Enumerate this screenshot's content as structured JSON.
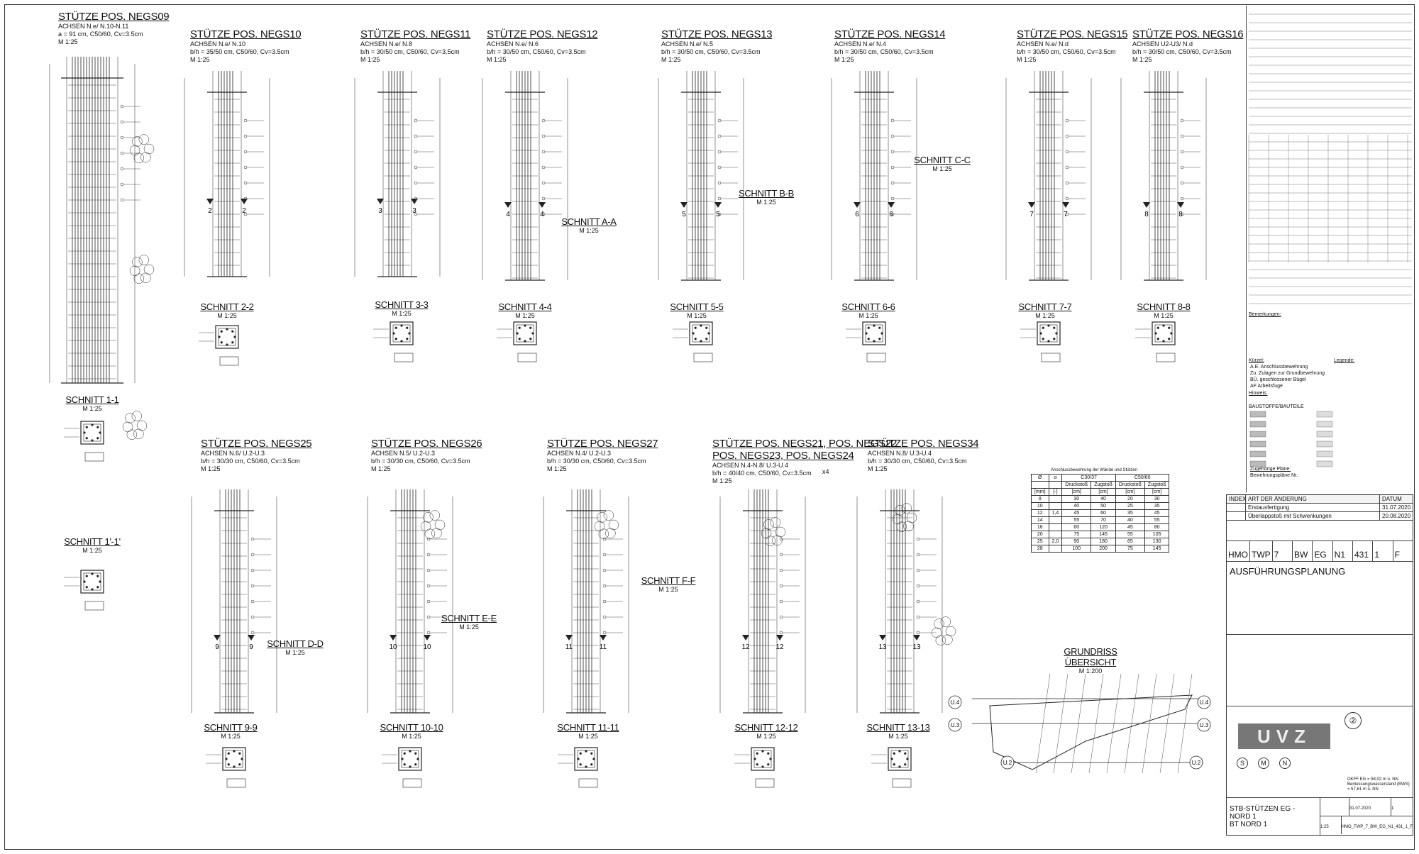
{
  "columns_top": [
    {
      "title": "STÜTZE POS. NEGS09",
      "axes": "ACHSEN N.e/ N.10-N.11",
      "dim": "a = 91 cm, C50/60, Cv=3.5cm",
      "scale": "M 1:25"
    },
    {
      "title": "STÜTZE POS. NEGS10",
      "axes": "ACHSEN N.e/ N.10",
      "dim": "b/h = 35/50 cm, C50/60, Cv=3.5cm",
      "scale": "M 1:25"
    },
    {
      "title": "STÜTZE POS. NEGS11",
      "axes": "ACHSEN N.e/ N.8",
      "dim": "b/h = 30/50 cm, C50/60, Cv=3.5cm",
      "scale": "M 1:25"
    },
    {
      "title": "STÜTZE POS. NEGS12",
      "axes": "ACHSEN N.e/ N.6",
      "dim": "b/h = 30/50 cm, C50/60, Cv=3.5cm",
      "scale": "M 1:25"
    },
    {
      "title": "STÜTZE POS. NEGS13",
      "axes": "ACHSEN N.e/ N.5",
      "dim": "b/h = 30/50 cm, C50/60, Cv=3.5cm",
      "scale": "M 1:25"
    },
    {
      "title": "STÜTZE POS. NEGS14",
      "axes": "ACHSEN N.e/ N.4",
      "dim": "b/h = 30/50 cm, C50/60, Cv=3.5cm",
      "scale": "M 1:25"
    },
    {
      "title": "STÜTZE POS. NEGS15",
      "axes": "ACHSEN N.e/ N.d",
      "dim": "b/h = 30/50 cm, C50/60, Cv=3.5cm",
      "scale": "M 1:25"
    },
    {
      "title": "STÜTZE POS. NEGS16",
      "axes": "ACHSEN U2-U3/ N.d",
      "dim": "b/h = 30/50 cm, C50/60, Cv=3.5cm",
      "scale": "M 1:25"
    }
  ],
  "columns_bottom": [
    {
      "title": "STÜTZE POS. NEGS25",
      "axes": "ACHSEN N.6/ U.2-U.3",
      "dim": "b/h = 30/30 cm, C50/60, Cv=3.5cm",
      "scale": "M 1:25"
    },
    {
      "title": "STÜTZE POS. NEGS26",
      "axes": "ACHSEN N.5/ U.2-U.3",
      "dim": "b/h = 30/30 cm, C50/60, Cv=3.5cm",
      "scale": "M 1:25"
    },
    {
      "title": "STÜTZE POS. NEGS27",
      "axes": "ACHSEN N.4/ U.2-U.3",
      "dim": "b/h = 30/30 cm, C50/60, Cv=3.5cm",
      "scale": "M 1:25"
    },
    {
      "title": "STÜTZE POS. NEGS21, POS. NEGS22",
      "title2": "POS. NEGS23, POS. NEGS24",
      "axes": "ACHSEN N.4-N.8/ U.3-U.4",
      "dim": "b/h = 40/40 cm, C50/60, Cv=3.5cm",
      "scale": "M 1:25",
      "mult": "x4"
    },
    {
      "title": "STÜTZE POS. NEGS34",
      "axes": "ACHSEN N.8/ U.3-U.4",
      "dim": "b/h = 30/30 cm, C50/60, Cv=3.5cm",
      "scale": "M 1:25"
    }
  ],
  "sections": [
    {
      "title": "SCHNITT 1-1",
      "scale": "M 1:25"
    },
    {
      "title": "SCHNITT 1'-1'",
      "scale": "M 1:25"
    },
    {
      "title": "SCHNITT 2-2",
      "scale": "M 1:25"
    },
    {
      "title": "SCHNITT 3-3",
      "scale": "M 1:25"
    },
    {
      "title": "SCHNITT 4-4",
      "scale": "M 1:25"
    },
    {
      "title": "SCHNITT A-A",
      "scale": "M 1:25"
    },
    {
      "title": "SCHNITT 5-5",
      "scale": "M 1:25"
    },
    {
      "title": "SCHNITT B-B",
      "scale": "M 1:25"
    },
    {
      "title": "SCHNITT 6-6",
      "scale": "M 1:25"
    },
    {
      "title": "SCHNITT C-C",
      "scale": "M 1:25"
    },
    {
      "title": "SCHNITT 7-7",
      "scale": "M 1:25"
    },
    {
      "title": "SCHNITT 8-8",
      "scale": "M 1:25"
    },
    {
      "title": "SCHNITT 9-9",
      "scale": "M 1:25"
    },
    {
      "title": "SCHNITT D-D",
      "scale": "M 1:25"
    },
    {
      "title": "SCHNITT 10-10",
      "scale": "M 1:25"
    },
    {
      "title": "SCHNITT E-E",
      "scale": "M 1:25"
    },
    {
      "title": "SCHNITT 11-11",
      "scale": "M 1:25"
    },
    {
      "title": "SCHNITT F-F",
      "scale": "M 1:25"
    },
    {
      "title": "SCHNITT 12-12",
      "scale": "M 1:25"
    },
    {
      "title": "SCHNITT 13-13",
      "scale": "M 1:25"
    }
  ],
  "overview": {
    "title": "GRUNDRISS ÜBERSICHT",
    "scale": "M 1:200",
    "axes": [
      "U.4",
      "U.3",
      "U.2",
      "U.4",
      "U.3",
      "U.2"
    ]
  },
  "anchorage": {
    "title": "Anschlussbewehrung der Wände und Stützen",
    "concrete": [
      "C30/37",
      "C50/60"
    ],
    "subhead": [
      "Druckstoß",
      "Zugstoß",
      "Druckstoß",
      "Zugstoß"
    ],
    "units": [
      "[mm]",
      "[-]",
      "[cm]",
      "[cm]",
      "[cm]",
      "[cm]"
    ],
    "rows": [
      [
        "8",
        "",
        "30",
        "40",
        "20",
        "30"
      ],
      [
        "10",
        "",
        "40",
        "50",
        "25",
        "35"
      ],
      [
        "12",
        "1,4",
        "45",
        "60",
        "35",
        "45"
      ],
      [
        "14",
        "",
        "55",
        "70",
        "40",
        "55"
      ],
      [
        "16",
        "",
        "60",
        "120",
        "45",
        "80"
      ],
      [
        "20",
        "",
        "75",
        "145",
        "55",
        "105"
      ],
      [
        "25",
        "2,0",
        "90",
        "180",
        "65",
        "130"
      ],
      [
        "28",
        "",
        "100",
        "200",
        "75",
        "145"
      ]
    ]
  },
  "notes": {
    "kuerzel_title": "Kürzel:",
    "kuerzel": [
      "A.E.  Anschlussbewehrung",
      "Zu.  Zulagen zur Grundbewehrung",
      "BÜ.  geschlossener Bügel",
      "AF  Arbeitsfuge"
    ],
    "legende_title": "Legende:",
    "hinweis_title": "Hinweis:",
    "baustoff_title": "BAUSTOFFE/BAUTEILE",
    "bemerkungen_title": "Bemerkungen:",
    "zugehoerig": "Zugehörige Pläne:",
    "bewehrungsplan": "Bewehrungspläne Nr.:"
  },
  "titleblock": {
    "index_head": [
      "INDEX",
      "ART DER ÄNDERUNG",
      "DATUM"
    ],
    "index_rows": [
      [
        "",
        "Erstausfertigung",
        "31.07.2020"
      ],
      [
        "",
        "Überlappstoß mit Schwenkungen",
        "20.08.2020"
      ]
    ],
    "code": [
      "HMO",
      "TWP",
      "7",
      "BW",
      "EG",
      "N1",
      "431",
      "1",
      "F"
    ],
    "planung": "AUSFÜHRUNGSPLANUNG",
    "plan_title": "STB-STÜTZEN EG - NORD 1",
    "plan_sub": "BT NORD 1",
    "date": "31.07.2020",
    "scale": "1:25",
    "file": "HMO_TWP_7_BW_EG_N1_431_1_F",
    "sheet": "1",
    "okff": "OKFF EG = 58,02 m ü. NN",
    "bezug": "Bemessungswasserstand (BWS) = 57,61 m ü. NN",
    "logo_text": "UVZ",
    "north_labels": [
      "S",
      "M",
      "N"
    ]
  },
  "cut_labels": [
    "2",
    "2",
    "3",
    "3",
    "4",
    "4",
    "5",
    "5",
    "6",
    "6",
    "7",
    "7",
    "8",
    "8",
    "9",
    "9",
    "10",
    "10",
    "11",
    "11",
    "12",
    "12",
    "13",
    "13"
  ]
}
